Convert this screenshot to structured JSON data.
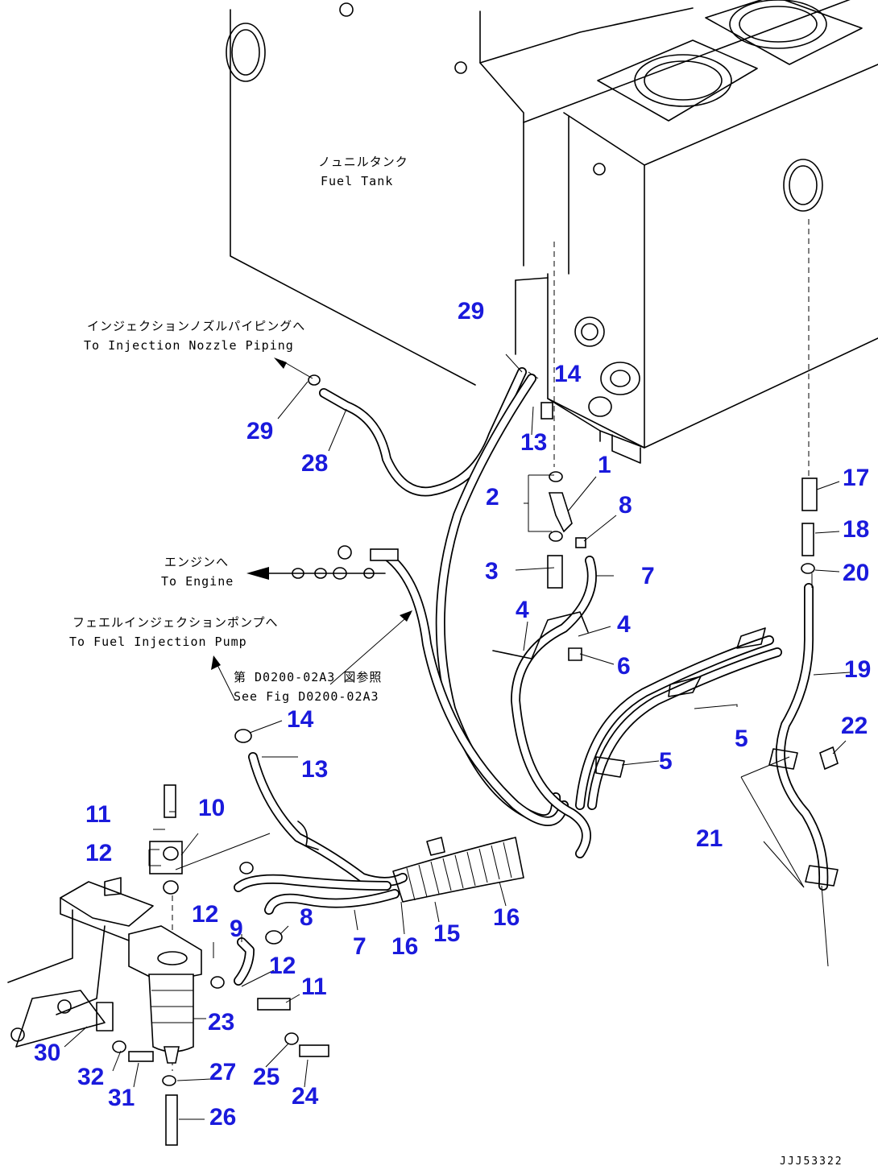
{
  "notes": {
    "fuel_tank_jp": "ノュニルタンク",
    "fuel_tank_en": "Fuel Tank",
    "injection_nozzle_jp": "インジェクションノズルパイピングへ",
    "injection_nozzle_en": "To Injection Nozzle Piping",
    "engine_jp": "エンジンへ",
    "engine_en": "To Engine",
    "fuel_pump_jp": "フェエルインジェクションポンプへ",
    "fuel_pump_en": "To Fuel Injection Pump",
    "see_fig_jp": "第 D0200-02A3 図参照",
    "see_fig_en": "See Fig D0200-02A3"
  },
  "drawing_ref": "JJJ53322",
  "colors": {
    "callout": "#1a1adc",
    "line": "#000000"
  },
  "callouts": [
    "29",
    "14",
    "29",
    "28",
    "13",
    "1",
    "2",
    "8",
    "3",
    "7",
    "4",
    "4",
    "6",
    "17",
    "18",
    "20",
    "19",
    "22",
    "21",
    "5",
    "5",
    "14",
    "13",
    "11",
    "10",
    "12",
    "12",
    "9",
    "8",
    "7",
    "16",
    "15",
    "16",
    "12",
    "11",
    "23",
    "30",
    "32",
    "31",
    "27",
    "25",
    "24",
    "26"
  ]
}
